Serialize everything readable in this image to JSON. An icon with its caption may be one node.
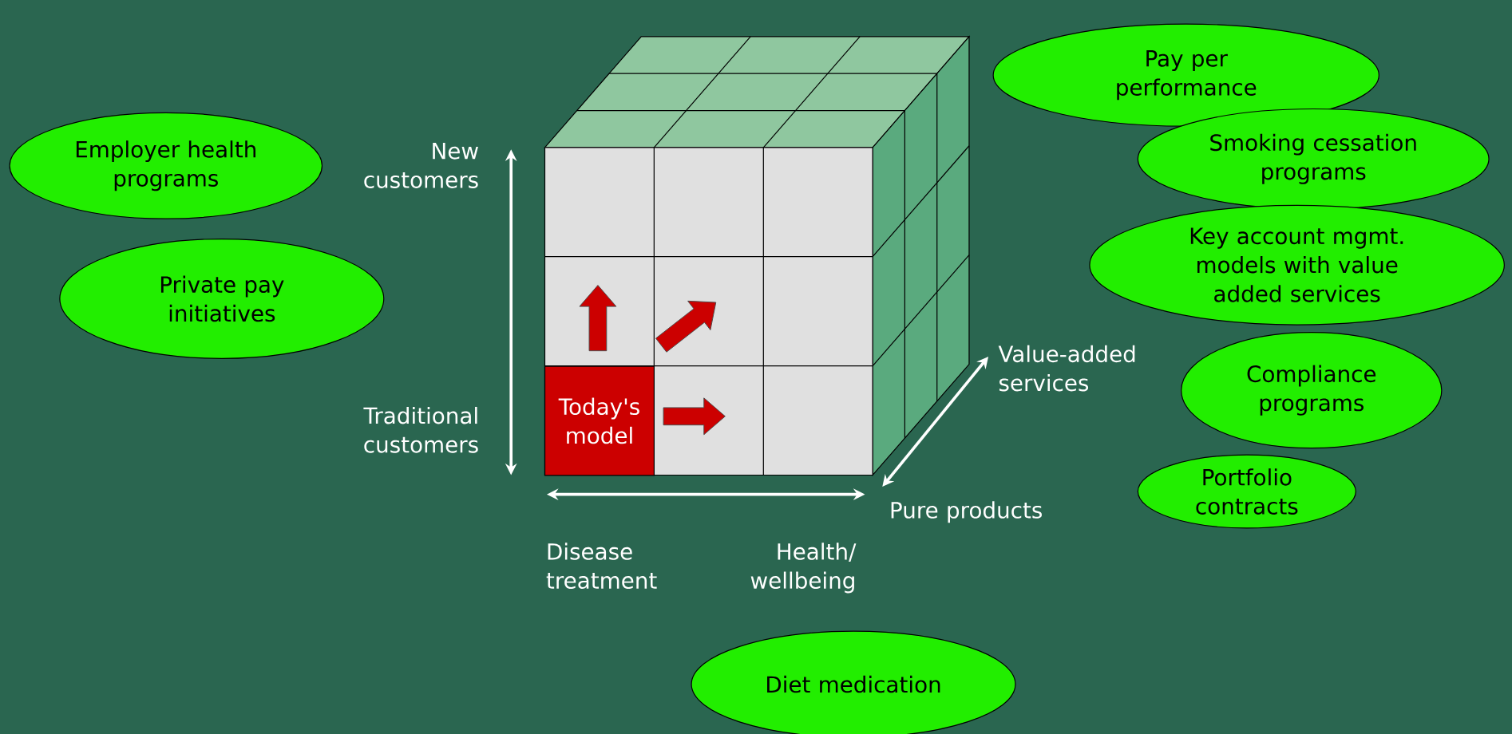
{
  "diagram": {
    "nodes": [
      {
        "text": [
          "Pay per performance"
        ]
      },
      {
        "text": [
          "Smoking cessation programs"
        ]
      },
      {
        "text": [
          "Employer health programs"
        ]
      },
      {
        "text": [
          "Key account mgmt. models with value added services"
        ]
      },
      {
        "text": [
          "Private pay initiatives"
        ]
      },
      {
        "text": [
          "Compliance programs"
        ]
      },
      {
        "text": [
          "Today's model"
        ]
      },
      {
        "text": [
          "Portfolio contracts"
        ]
      },
      {
        "text": [
          "Diet medication"
        ]
      }
    ],
    "labels": [
      "New customers",
      "Traditional customers",
      "Value-added services",
      "Pure products",
      "Disease treatment",
      "Health/ wellbeing"
    ]
  }
}
